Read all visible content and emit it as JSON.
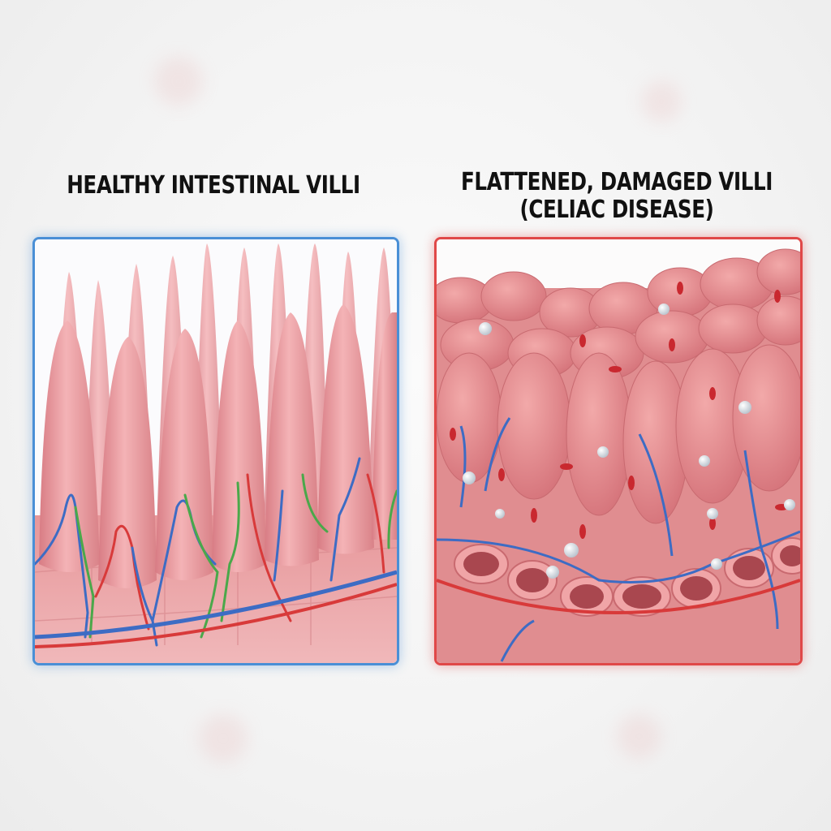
{
  "left_panel": {
    "title": "HEALTHY INTESTINAL VILLI",
    "border_color": "#4a8fd6",
    "content": "Tall finger-like pink villi with blue, red and green capillaries and a base blood vessel"
  },
  "right_panel": {
    "title_line1": "FLATTENED, DAMAGED VILLI",
    "title_line2": "(CELIAC DISEASE)",
    "border_color": "#e04848",
    "content": "Flattened, inflamed tissue with red blood cells, white immune cells, blue vessels and crypt ring cross-sections"
  },
  "colors": {
    "tissue": "#e99a9a",
    "vein": "#3d6cc4",
    "artery": "#d83a3a",
    "lymph": "#4aa84a"
  }
}
